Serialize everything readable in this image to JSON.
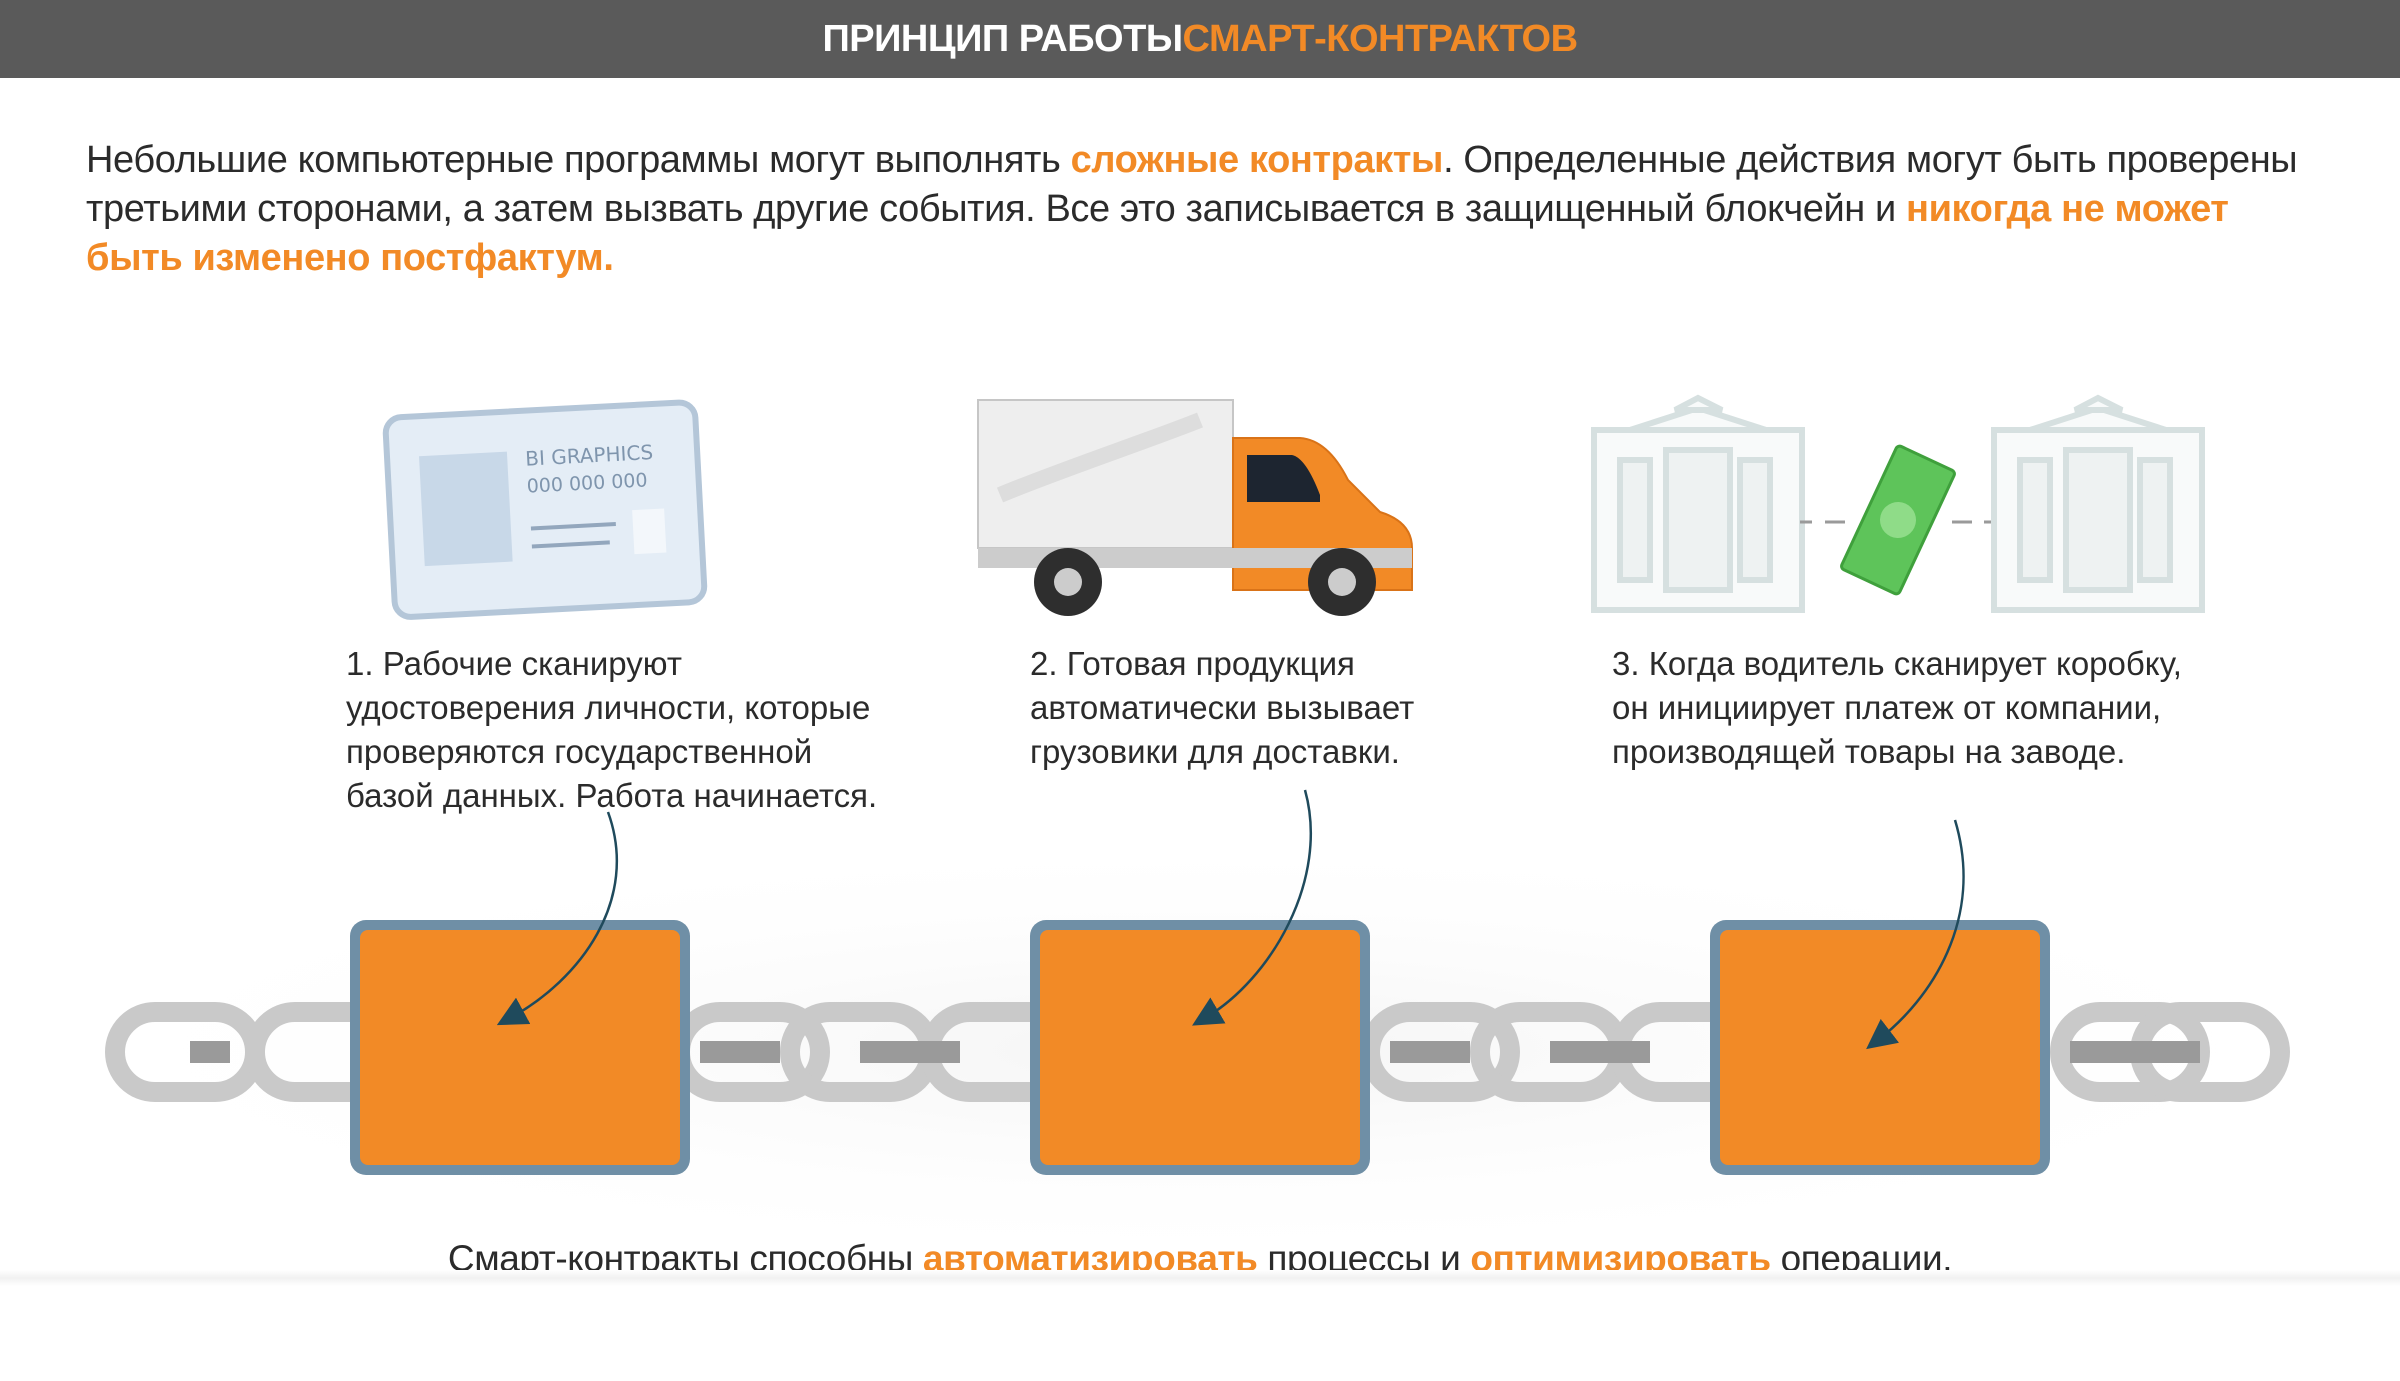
{
  "header": {
    "title_part1": "ПРИНЦИП РАБОТЫ ",
    "title_part2": "СМАРТ-КОНТРАКТОВ"
  },
  "intro": {
    "t1": "Небольшие компьютерные программы могут выполнять ",
    "h1": "сложные контракты",
    "t2": ". Определенные действия могут быть проверены третьими сторонами, а затем вызвать другие события. Все это записывается в защищенный блокчейн и ",
    "h2": "никогда не может быть изменено постфактум."
  },
  "steps": [
    {
      "line1": "1. Рабочие сканируют",
      "line2": "удостоверения личности, которые",
      "line3": "проверяются государственной",
      "line4": "базой данных. Работа начинается."
    },
    {
      "line1": "2. Готовая продукция",
      "line2": "автоматически вызывает",
      "line3": "грузовики для доставки."
    },
    {
      "line1": "3. Когда водитель сканирует коробку,",
      "line2": "он инициирует платеж от компании,",
      "line3": "производящей товары на заводе."
    }
  ],
  "id_card": {
    "line1": "BI GRAPHICS",
    "line2": "000 000 000"
  },
  "bottom": {
    "t1": "Смарт-контракты способны ",
    "h1": "автоматизировать",
    "t2": " процессы и ",
    "h2": "оптимизировать",
    "t3": " операции."
  },
  "colors": {
    "accent": "#f28a26",
    "header_bg": "#5a5a5a",
    "block_border": "#6f8fa6",
    "chain": "#c9c9c9",
    "arrow": "#1f4a5c"
  },
  "icons": [
    "id-card-icon",
    "truck-icon",
    "bank-icon",
    "banknote-icon",
    "bank-icon"
  ]
}
